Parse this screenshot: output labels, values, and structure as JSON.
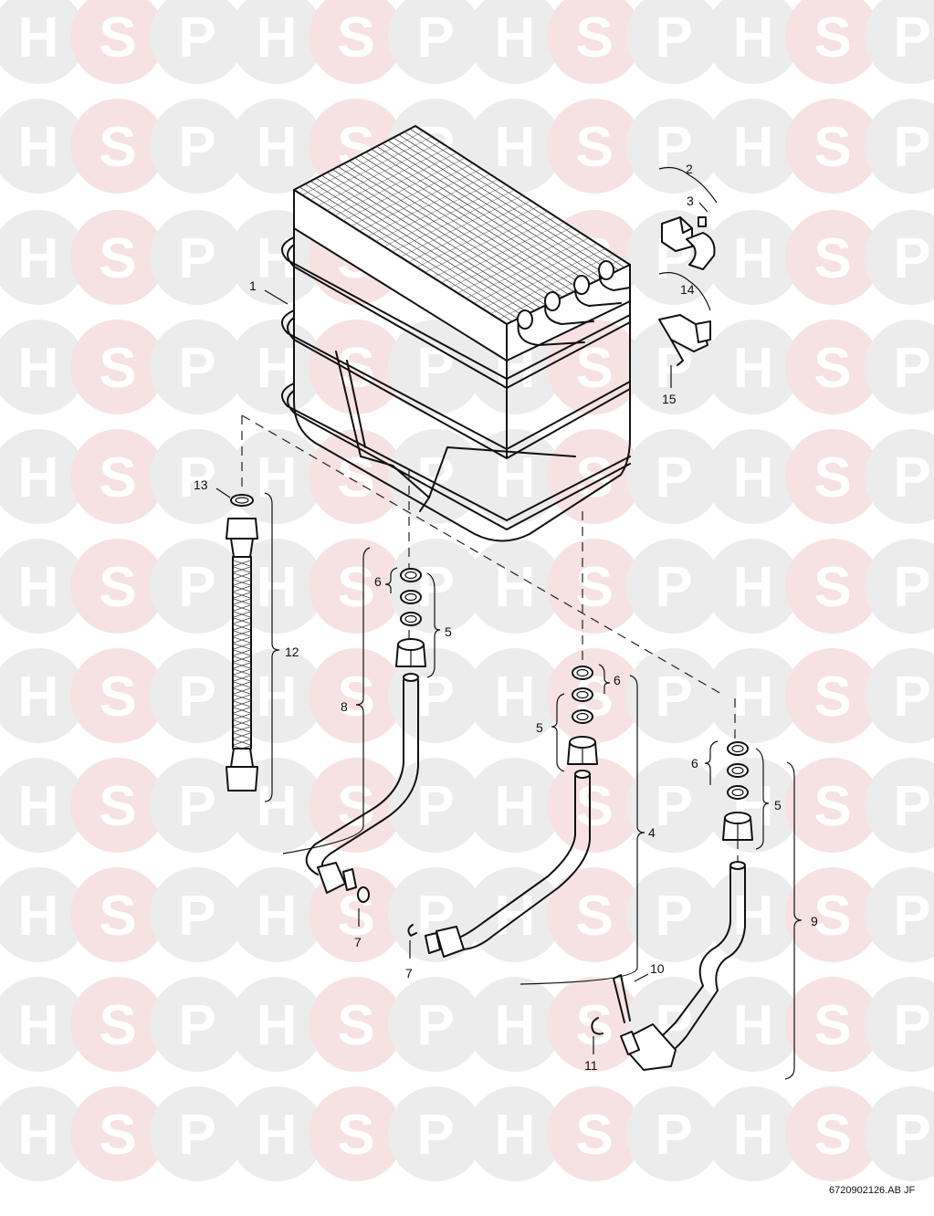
{
  "watermark": {
    "letters": [
      "H",
      "S",
      "P"
    ],
    "grey": "#ececec",
    "pink": "#f6e2e2"
  },
  "callouts": {
    "c1": "1",
    "c2": "2",
    "c3": "3",
    "c14": "14",
    "c15": "15",
    "c13": "13",
    "c12": "12",
    "c6a": "6",
    "c5a": "5",
    "c8": "8",
    "c7a": "7",
    "c7b": "7",
    "c6b": "6",
    "c5b": "5",
    "c4": "4",
    "c6c": "6",
    "c5c": "5",
    "c9": "9",
    "c10": "10",
    "c11": "11"
  },
  "drawing_code": "6720902126.AB  JF"
}
